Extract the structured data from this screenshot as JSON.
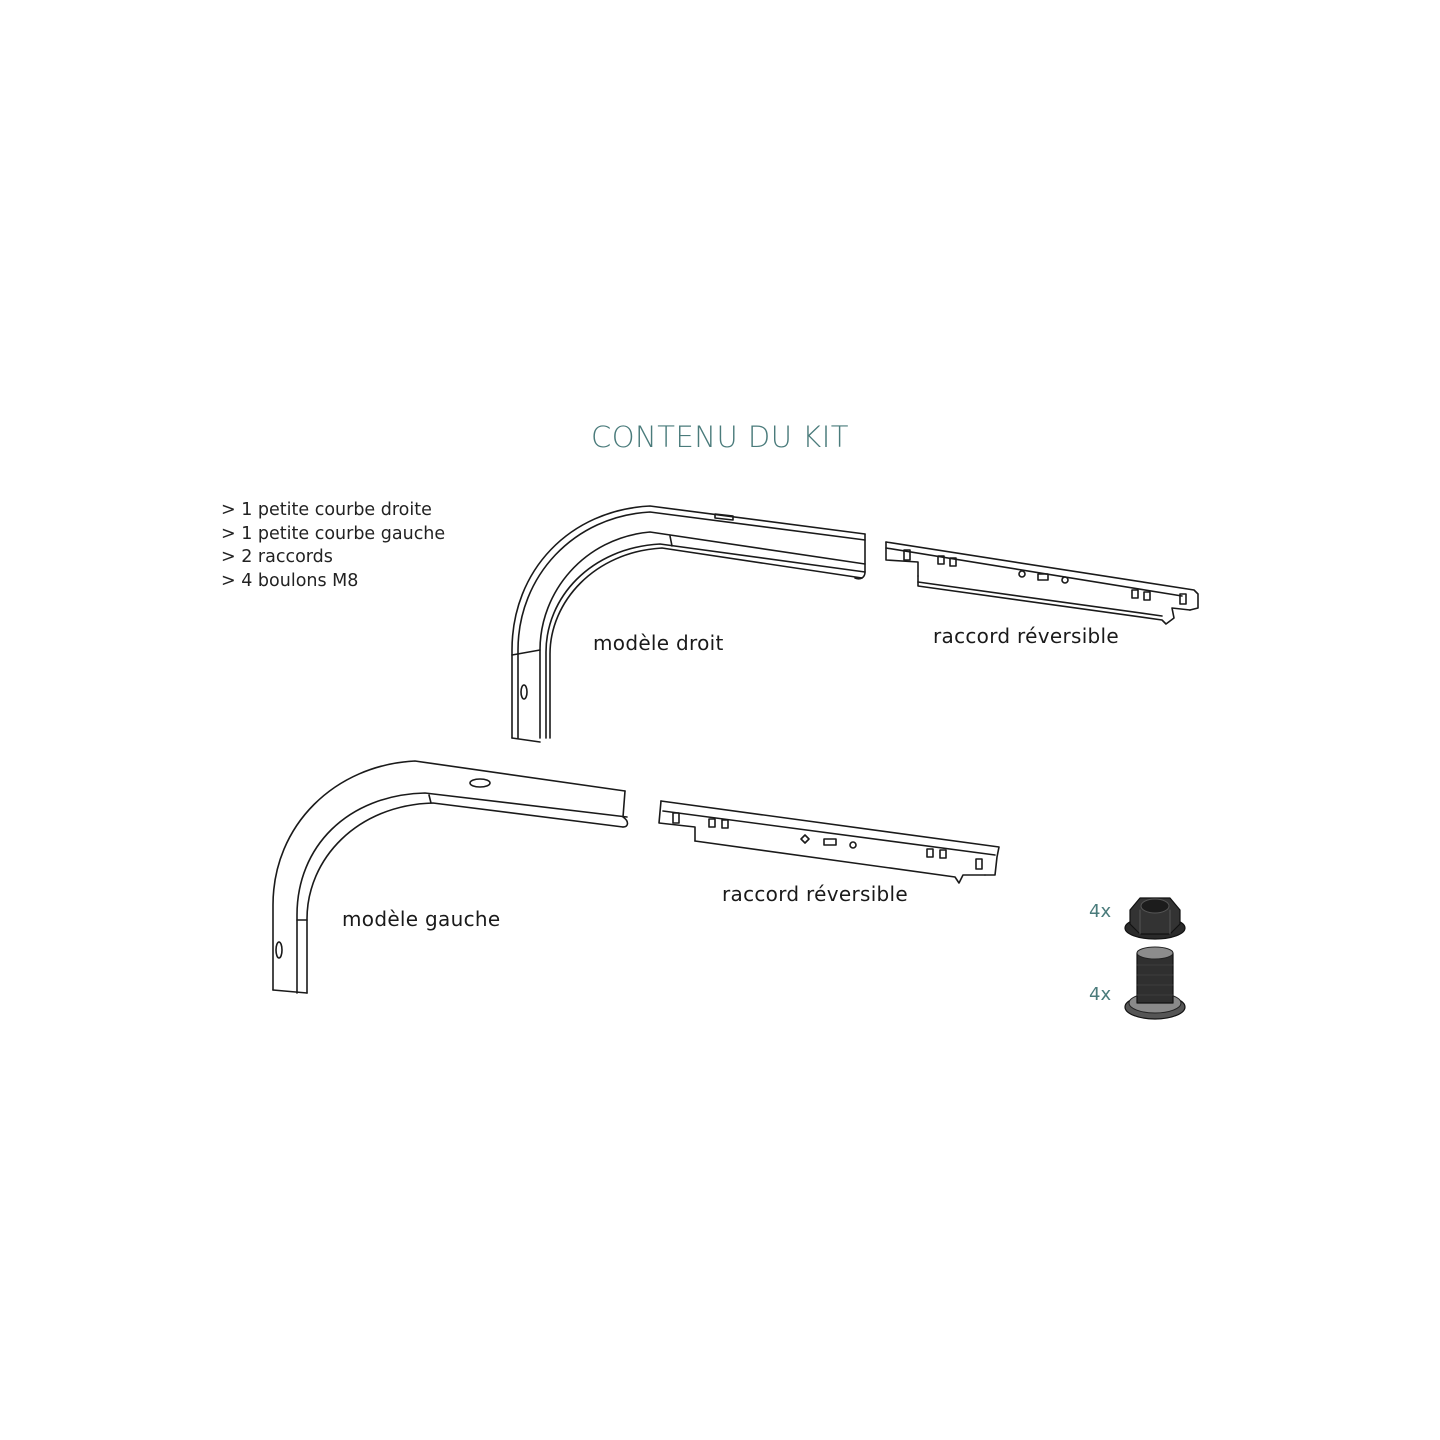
{
  "title": "CONTENU DU KIT",
  "kit_contents": [
    "> 1 petite courbe droite",
    "> 1 petite courbe gauche",
    "> 2 raccords",
    "> 4 boulons M8"
  ],
  "parts": {
    "curve_right": {
      "label": "modèle droit"
    },
    "connector_top": {
      "label": "raccord réversible"
    },
    "curve_left": {
      "label": "modèle gauche"
    },
    "connector_bottom": {
      "label": "raccord réversible"
    },
    "nut": {
      "quantity": "4x",
      "icon": "flange-nut-icon"
    },
    "bolt": {
      "quantity": "4x",
      "icon": "bolt-icon"
    }
  },
  "colors": {
    "accent": "#4a7b7b",
    "line": "#1a1a1a",
    "background": "#ffffff"
  }
}
